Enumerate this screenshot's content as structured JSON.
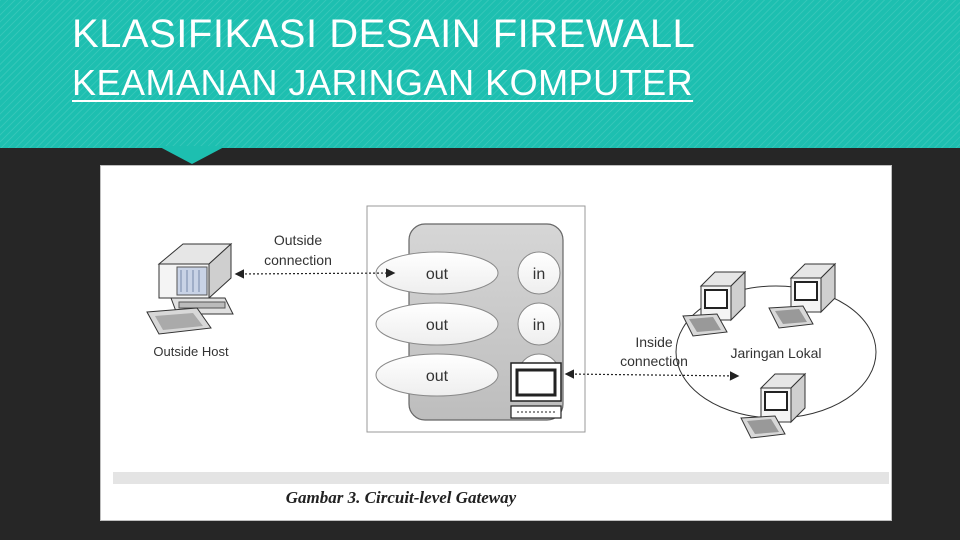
{
  "slide": {
    "title_line1": "KLASIFIKASI DESAIN FIREWALL",
    "title_line2": "KEAMANAN JARINGAN KOMPUTER",
    "colors": {
      "header": "#1dbfb0",
      "background": "#262626"
    }
  },
  "diagram": {
    "outside_connection_line1": "Outside",
    "outside_connection_line2": "connection",
    "outside_host": "Outside Host",
    "out_labels": [
      "out",
      "out",
      "out"
    ],
    "in_labels": [
      "in",
      "in"
    ],
    "inside_connection_line1": "Inside",
    "inside_connection_line2": "connection",
    "local_network": "Jaringan Lokal",
    "caption": "Gambar 3. Circuit-level Gateway"
  }
}
